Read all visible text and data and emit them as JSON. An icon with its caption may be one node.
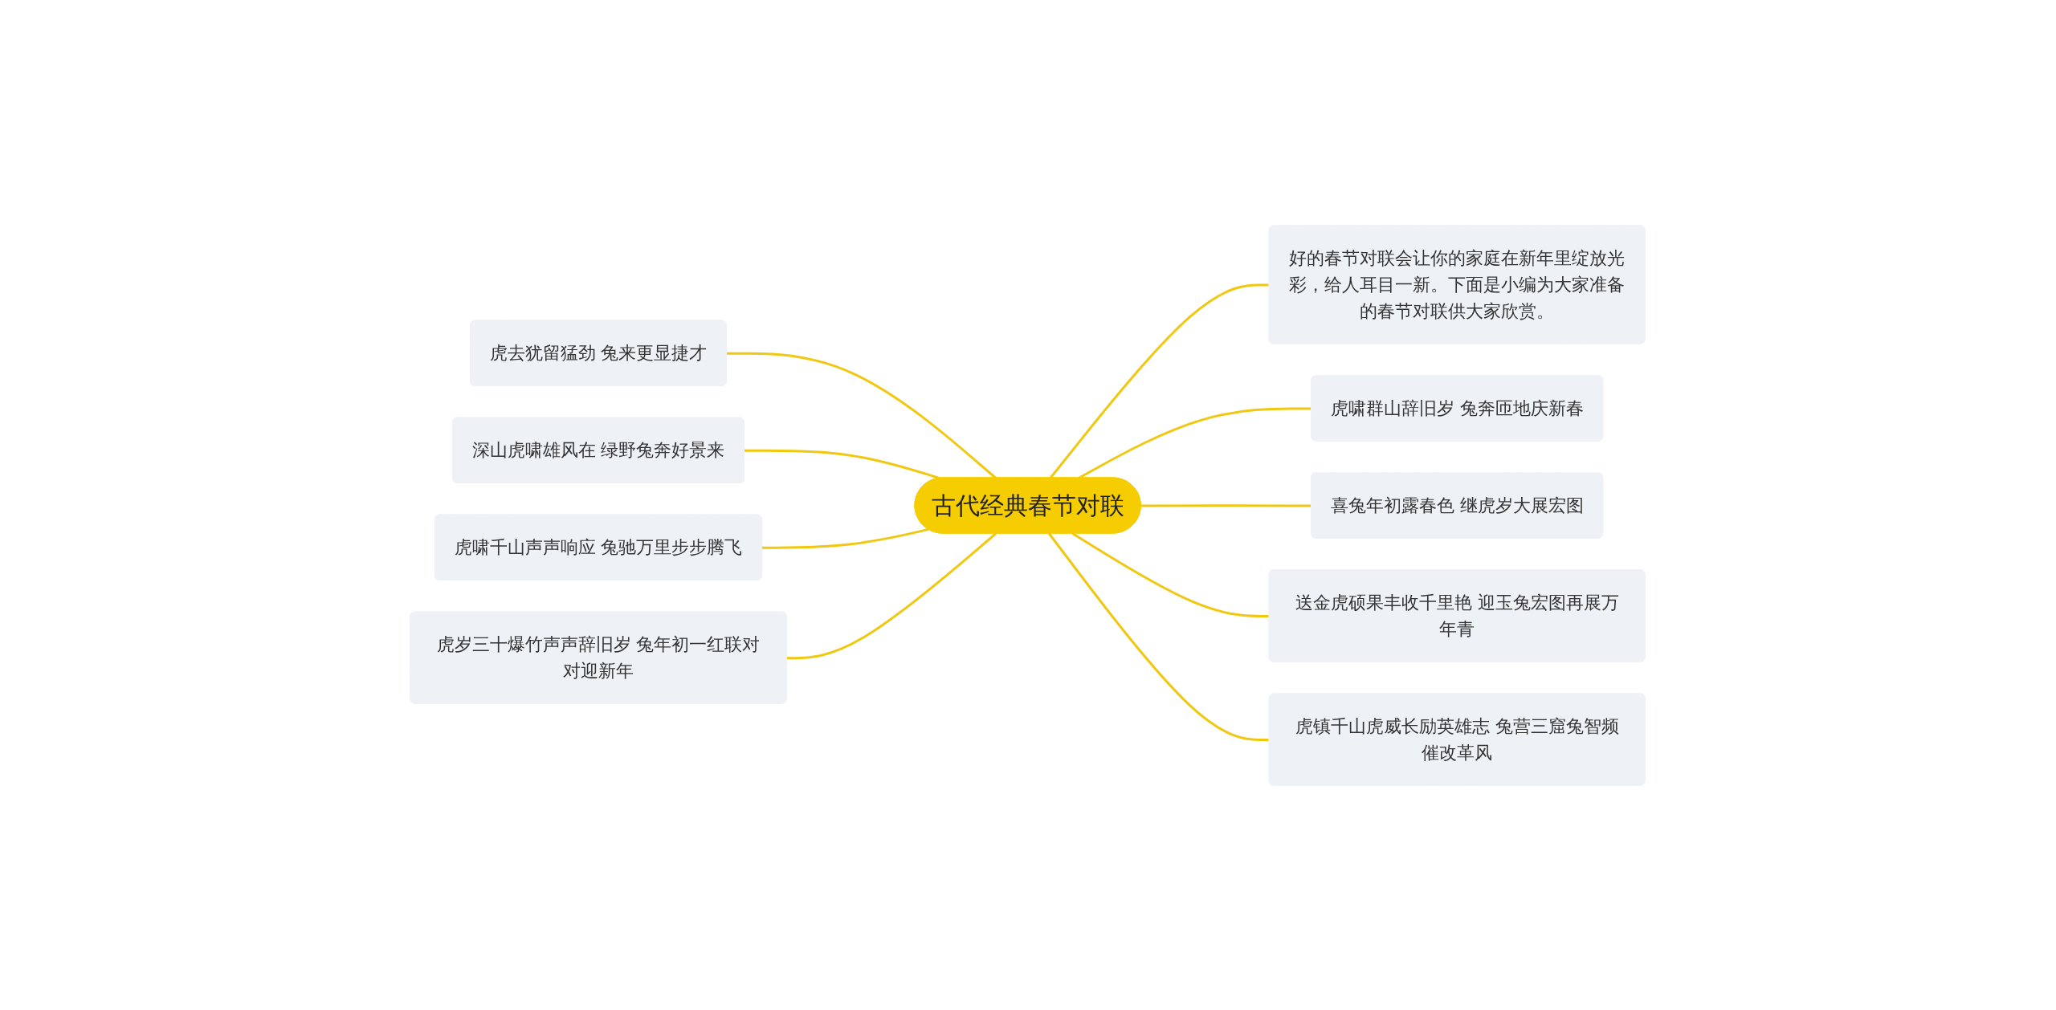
{
  "diagram": {
    "nodes": [
      {
        "text": [
          "古代经典春节对联"
        ]
      },
      {
        "text": [
          "虎去犹留猛劲 兔来更显捷才"
        ]
      },
      {
        "text": [
          "深山虎啸雄风在 绿野兔奔好景来"
        ]
      },
      {
        "text": [
          "虎啸千山声声响应 兔驰万里步步腾飞"
        ]
      },
      {
        "text": [
          "虎岁三十爆竹声声辞旧岁 兔年初一红联对对迎新年"
        ]
      },
      {
        "text": [
          "好的春节对联会让你的家庭在新年里绽放光彩，给人耳目一新。下面是小编为大家准备的春节对联供大家欣赏。"
        ]
      },
      {
        "text": [
          "虎啸群山辞旧岁 兔奔匝地庆新春"
        ]
      },
      {
        "text": [
          "喜兔年初露春色 继虎岁大展宏图"
        ]
      },
      {
        "text": [
          "送金虎硕果丰收千里艳 迎玉兔宏图再展万年青"
        ]
      },
      {
        "text": [
          "虎镇千山虎威长励英雄志 兔营三窟兔智频催改革风"
        ]
      }
    ],
    "edges": [
      {
        "from": 1,
        "to": 0,
        "arrow": "none"
      },
      {
        "from": 2,
        "to": 0,
        "arrow": "none"
      },
      {
        "from": 3,
        "to": 0,
        "arrow": "none"
      },
      {
        "from": 4,
        "to": 0,
        "arrow": "none"
      },
      {
        "from": 0,
        "to": 5,
        "arrow": "none"
      },
      {
        "from": 0,
        "to": 6,
        "arrow": "none"
      },
      {
        "from": 0,
        "to": 7,
        "arrow": "none"
      },
      {
        "from": 0,
        "to": 8,
        "arrow": "none"
      },
      {
        "from": 0,
        "to": 9,
        "arrow": "none"
      }
    ]
  }
}
